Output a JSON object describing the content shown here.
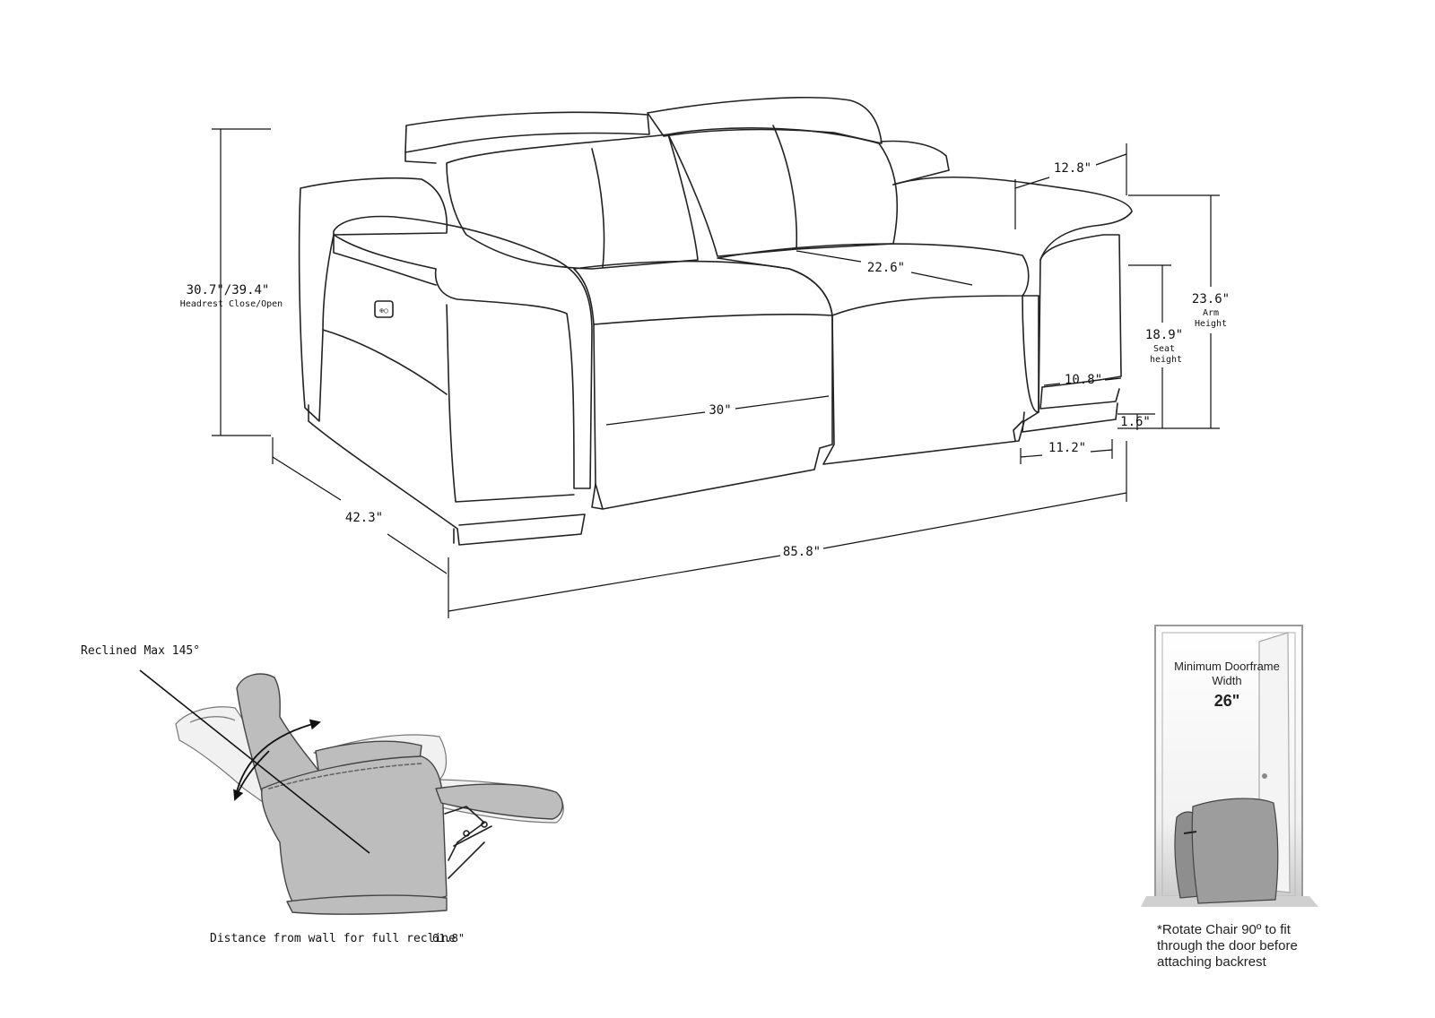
{
  "dimensions": {
    "total_height": "30.7\"/39.4\"",
    "total_height_note": "Headrest Close/Open",
    "depth": "42.3\"",
    "width": "85.8\"",
    "seat_width": "30\"",
    "seat_depth": "22.6\"",
    "arm_width_top": "12.8\"",
    "arm_height": "23.6\"",
    "arm_height_note_1": "Arm",
    "arm_height_note_2": "Height",
    "seat_height": "18.9\"",
    "seat_height_note_1": "Seat",
    "seat_height_note_2": "height",
    "arm_width_lower": "10.8\"",
    "base_width": "11.2\"",
    "leg_height": "1.6\""
  },
  "recliner": {
    "max_angle_label": "Reclined Max 145°",
    "wall_distance_label": "Distance from wall for full recline",
    "wall_distance_value": "61.8\""
  },
  "doorframe": {
    "title_line_1": "Minimum Doorframe",
    "title_line_2": "Width",
    "width_value": "26\"",
    "note_line_1": "*Rotate Chair 90º to fit",
    "note_line_2": "through the door before",
    "note_line_3": "attaching backrest"
  }
}
